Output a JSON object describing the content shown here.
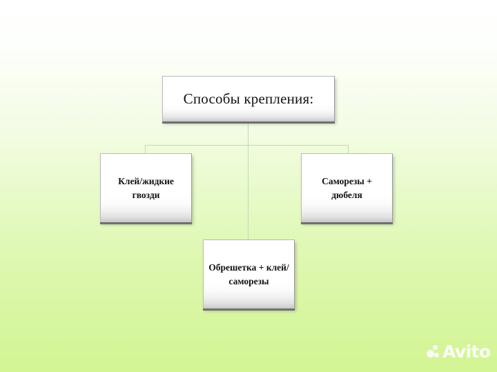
{
  "slide": {
    "background_top_color": "#ffffff",
    "background_bottom_color": "#d3f594",
    "connector_color": "#c3d7b4"
  },
  "diagram": {
    "type": "org-chart",
    "root": {
      "id": "root",
      "label": "Способы крепления:"
    },
    "children": [
      {
        "id": "glue",
        "label": "Клей/жидкие гвозди",
        "position": "left"
      },
      {
        "id": "lathing",
        "label": "Обрешетка + клей/саморезы",
        "position": "center-bottom"
      },
      {
        "id": "screws",
        "label": "Саморезы + дюбеля",
        "position": "right"
      }
    ]
  },
  "watermark": {
    "text": "Avito",
    "logo_icon": "avito-dots-icon",
    "color": "#ffffff"
  }
}
